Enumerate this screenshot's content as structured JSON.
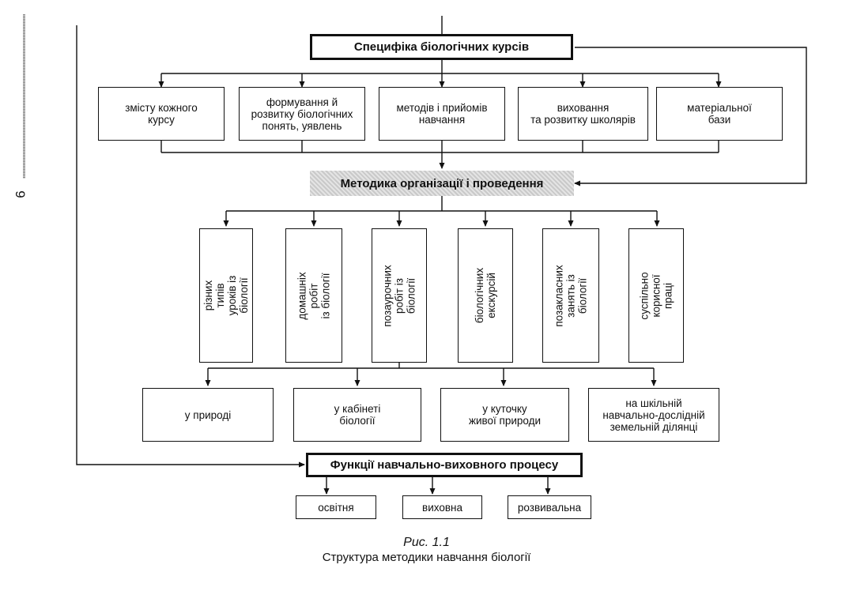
{
  "page_number": "6",
  "top_title": "Специфіка біологічних курсів",
  "specifics": [
    "змісту кожного\nкурсу",
    "формування й\nрозвитку біологічних\nпонять, уявлень",
    "методів і прийомів\nнавчання",
    "виховання\nта розвитку школярів",
    "матеріальної\nбази"
  ],
  "middle_title": "Методика організації і проведення",
  "forms": [
    "різних типів\nуроків із біології",
    "домашніх робіт\nіз біології",
    "позаурочних\nробіт із біології",
    "біологічних\nекскурсій",
    "позакласних\nзанять із біології",
    "суспільно\nкорисної праці"
  ],
  "places": [
    "у природі",
    "у кабінеті\nбіології",
    "у куточку\nживої природи",
    "на шкільній\nнавчально-дослідній\nземельній ділянці"
  ],
  "functions_title": "Функції навчально-виховного процесу",
  "functions": [
    "освітня",
    "виховна",
    "розвивальна"
  ],
  "caption_label": "Рис. 1.1",
  "caption_text": "Структура методики навчання біології"
}
